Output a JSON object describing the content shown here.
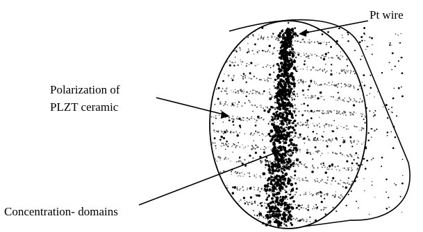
{
  "labels": {
    "pt_wire": "Pt wire",
    "polarization_line1": "Polarization of",
    "polarization_line2": "PLZT ceramic",
    "concentration": "Concentration- domains"
  },
  "colors": {
    "ink": "#000000",
    "background": "#ffffff",
    "stripe_ink": "#555555"
  }
}
